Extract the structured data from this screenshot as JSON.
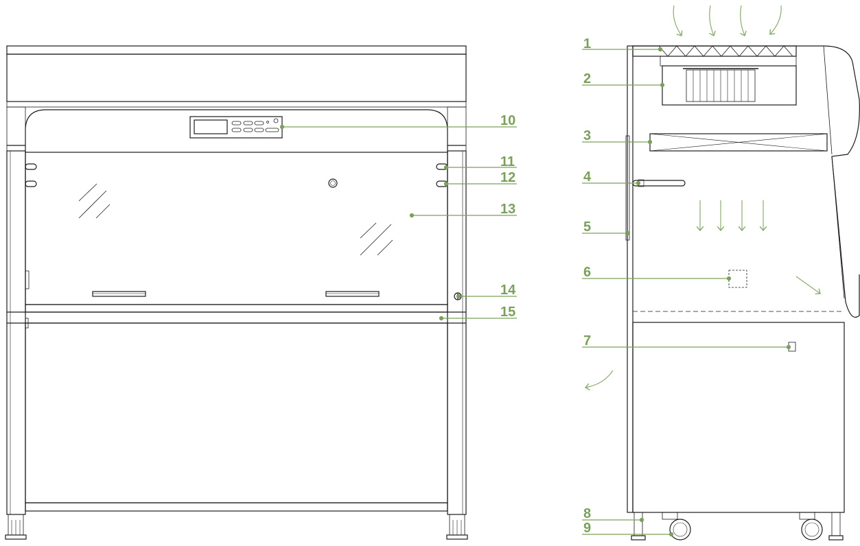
{
  "colors": {
    "callout": "#7ba05b",
    "outline": "#1a1a1a",
    "arrow": "#8aab6e"
  },
  "front_view": {
    "callouts": [
      {
        "id": "10",
        "label": "10"
      },
      {
        "id": "11",
        "label": "11"
      },
      {
        "id": "12",
        "label": "12"
      },
      {
        "id": "13",
        "label": "13"
      },
      {
        "id": "14",
        "label": "14"
      },
      {
        "id": "15",
        "label": "15"
      }
    ]
  },
  "side_view": {
    "callouts": [
      {
        "id": "1",
        "label": "1"
      },
      {
        "id": "2",
        "label": "2"
      },
      {
        "id": "3",
        "label": "3"
      },
      {
        "id": "4",
        "label": "4"
      },
      {
        "id": "5",
        "label": "5"
      },
      {
        "id": "6",
        "label": "6"
      },
      {
        "id": "7",
        "label": "7"
      },
      {
        "id": "8",
        "label": "8"
      },
      {
        "id": "9",
        "label": "9"
      }
    ]
  },
  "icons": [
    "airflow-arrow-icon",
    "control-panel-icon",
    "caster-wheel-icon",
    "leveling-foot-icon"
  ]
}
